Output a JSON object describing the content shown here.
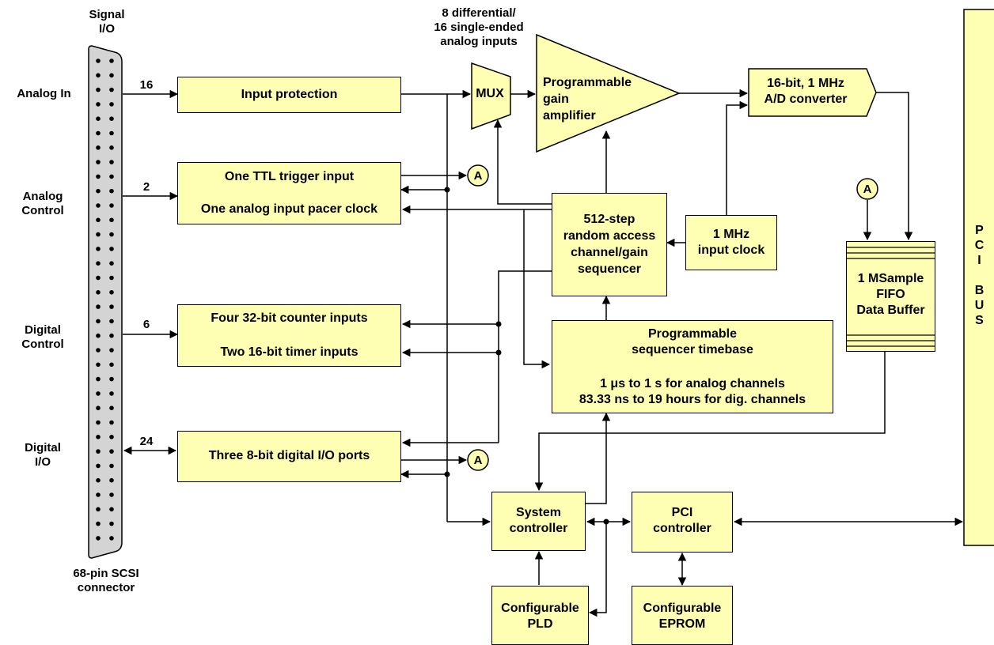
{
  "connector": {
    "title_line1": "Signal",
    "title_line2": "I/O",
    "caption_line1": "68-pin SCSI",
    "caption_line2": "connector"
  },
  "left_labels": {
    "analog_in": "Analog In",
    "analog_control_1": "Analog",
    "analog_control_2": "Control",
    "digital_control_1": "Digital",
    "digital_control_2": "Control",
    "digital_io_1": "Digital",
    "digital_io_2": "I/O"
  },
  "line_counts": {
    "analog_in": "16",
    "analog_control": "2",
    "digital_control": "6",
    "digital_io": "24"
  },
  "blocks": {
    "input_protection": "Input protection",
    "ttl_trigger": "One TTL trigger input",
    "pacer_clock": "One analog input pacer clock",
    "counter_inputs": "Four 32-bit counter inputs",
    "timer_inputs": "Two 16-bit timer inputs",
    "digital_ports": "Three 8-bit digital I/O ports",
    "mux": "MUX",
    "mux_caption_1": "8 differential/",
    "mux_caption_2": "16 single-ended",
    "mux_caption_3": "analog inputs",
    "pga_1": "Programmable",
    "pga_2": "gain",
    "pga_3": "amplifier",
    "adc_1": "16-bit, 1 MHz",
    "adc_2": "A/D converter",
    "seq_1": "512-step",
    "seq_2": "random access",
    "seq_3": "channel/gain",
    "seq_4": "sequencer",
    "clock_1": "1 MHz",
    "clock_2": "input clock",
    "fifo_1": "1 MSample",
    "fifo_2": "FIFO",
    "fifo_3": "Data Buffer",
    "timebase_1": "Programmable",
    "timebase_2": "sequencer timebase",
    "timebase_3": "1 μs to 1 s for analog channels",
    "timebase_4": "83.33 ns to 19 hours for dig. channels",
    "sys_1": "System",
    "sys_2": "controller",
    "pci_1": "PCI",
    "pci_2": "controller",
    "pld_1": "Configurable",
    "pld_2": "PLD",
    "eprom_1": "Configurable",
    "eprom_2": "EPROM",
    "pci_bus": [
      "P",
      "C",
      "I",
      "",
      "B",
      "U",
      "S"
    ]
  },
  "marker_label": "A",
  "colors": {
    "block_fill": "#ffffb4",
    "connector_fill": "#d4d4d4",
    "line": "#000000"
  }
}
